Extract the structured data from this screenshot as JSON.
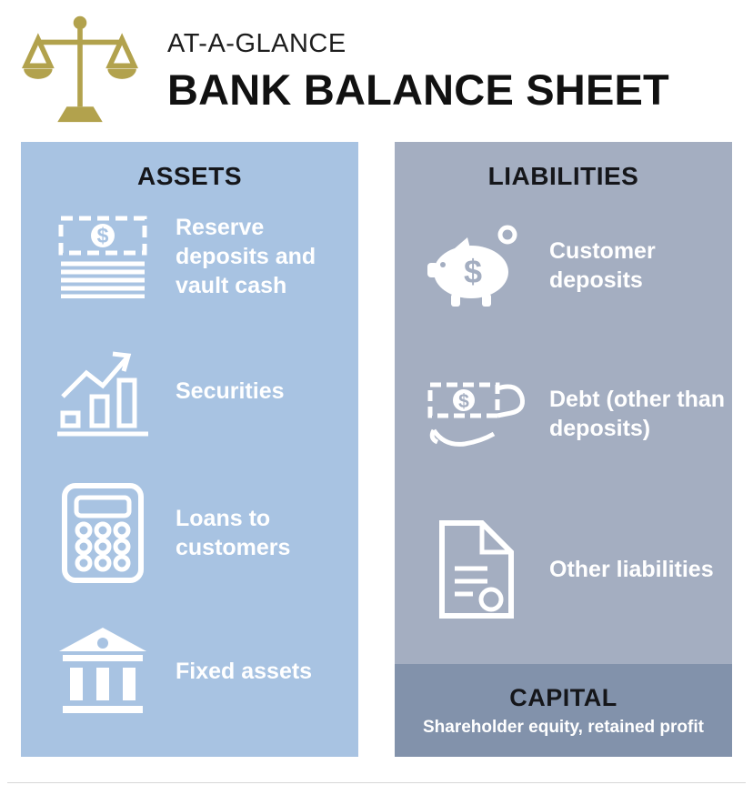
{
  "header": {
    "eyebrow": "AT-A-GLANCE",
    "title": "BANK BALANCE SHEET"
  },
  "assets": {
    "heading": "ASSETS",
    "items": [
      {
        "icon": "cash-stack-icon",
        "label": "Reserve deposits and vault cash"
      },
      {
        "icon": "securities-chart-icon",
        "label": "Securities"
      },
      {
        "icon": "calculator-icon",
        "label": "Loans to customers"
      },
      {
        "icon": "bank-building-icon",
        "label": "Fixed assets"
      }
    ]
  },
  "liabilities": {
    "heading": "LIABILITIES",
    "items": [
      {
        "icon": "piggy-bank-icon",
        "label": "Customer deposits"
      },
      {
        "icon": "cash-in-hand-icon",
        "label": "Debt (other than deposits)"
      },
      {
        "icon": "document-icon",
        "label": "Other liabilities"
      }
    ]
  },
  "capital": {
    "heading": "CAPITAL",
    "subtext": "Shareholder equity, retained profit"
  },
  "colors": {
    "assets_bg": "#a8c3e2",
    "liabilities_bg": "#a4aec1",
    "capital_bg": "#8292ab",
    "accent_gold": "#b2a24d",
    "heading_text": "#15161a",
    "item_text": "#ffffff"
  }
}
